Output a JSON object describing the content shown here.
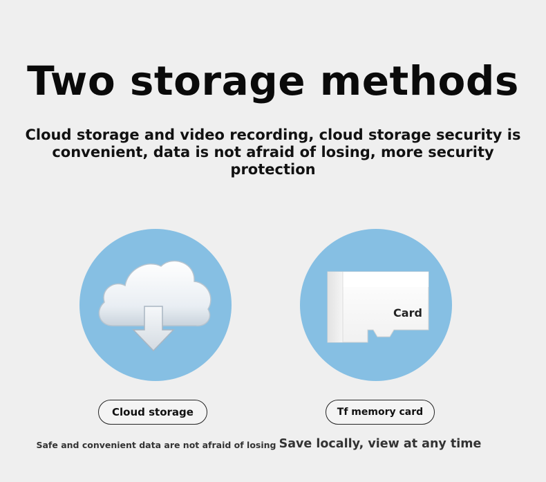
{
  "header": {
    "title": "Two storage methods",
    "subtitle": "Cloud storage and video recording, cloud storage security is convenient, data is not afraid of losing, more security protection"
  },
  "methods": [
    {
      "icon": "cloud-download-icon",
      "label": "Cloud storage",
      "caption": "Safe and convenient data are not afraid of losing"
    },
    {
      "icon": "memory-card-icon",
      "card_text": "Card",
      "label": "Tf memory card",
      "caption": "Save locally, view at any time"
    }
  ],
  "colors": {
    "background": "#efefef",
    "circle": "#86bfe3",
    "text": "#111111"
  }
}
